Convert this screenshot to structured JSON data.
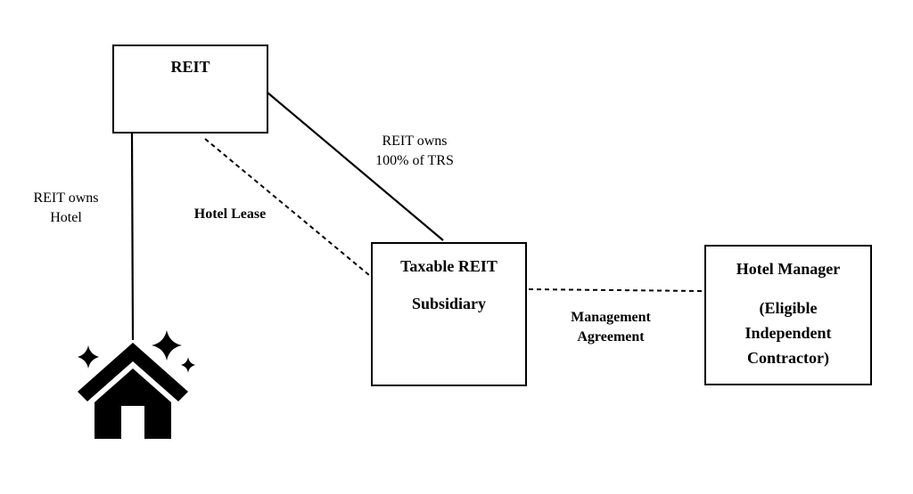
{
  "nodes": {
    "reit": {
      "title": "REIT"
    },
    "trs": {
      "line1": "Taxable REIT",
      "line2": "Subsidiary"
    },
    "manager": {
      "line1": "Hotel Manager",
      "line2": "(Eligible",
      "line3": "Independent",
      "line4": "Contractor)"
    },
    "hotel": {
      "icon": "house-sparkle-icon"
    }
  },
  "edges": {
    "reit_hotel": {
      "line1": "REIT owns",
      "line2": "Hotel",
      "style": "solid"
    },
    "reit_trs": {
      "line1": "REIT owns",
      "line2": "100% of TRS",
      "style": "solid"
    },
    "hotel_lease": {
      "label": "Hotel Lease",
      "style": "dashed"
    },
    "management": {
      "line1": "Management",
      "line2": "Agreement",
      "style": "dashed"
    }
  },
  "colors": {
    "stroke": "#000000",
    "background": "#ffffff"
  }
}
